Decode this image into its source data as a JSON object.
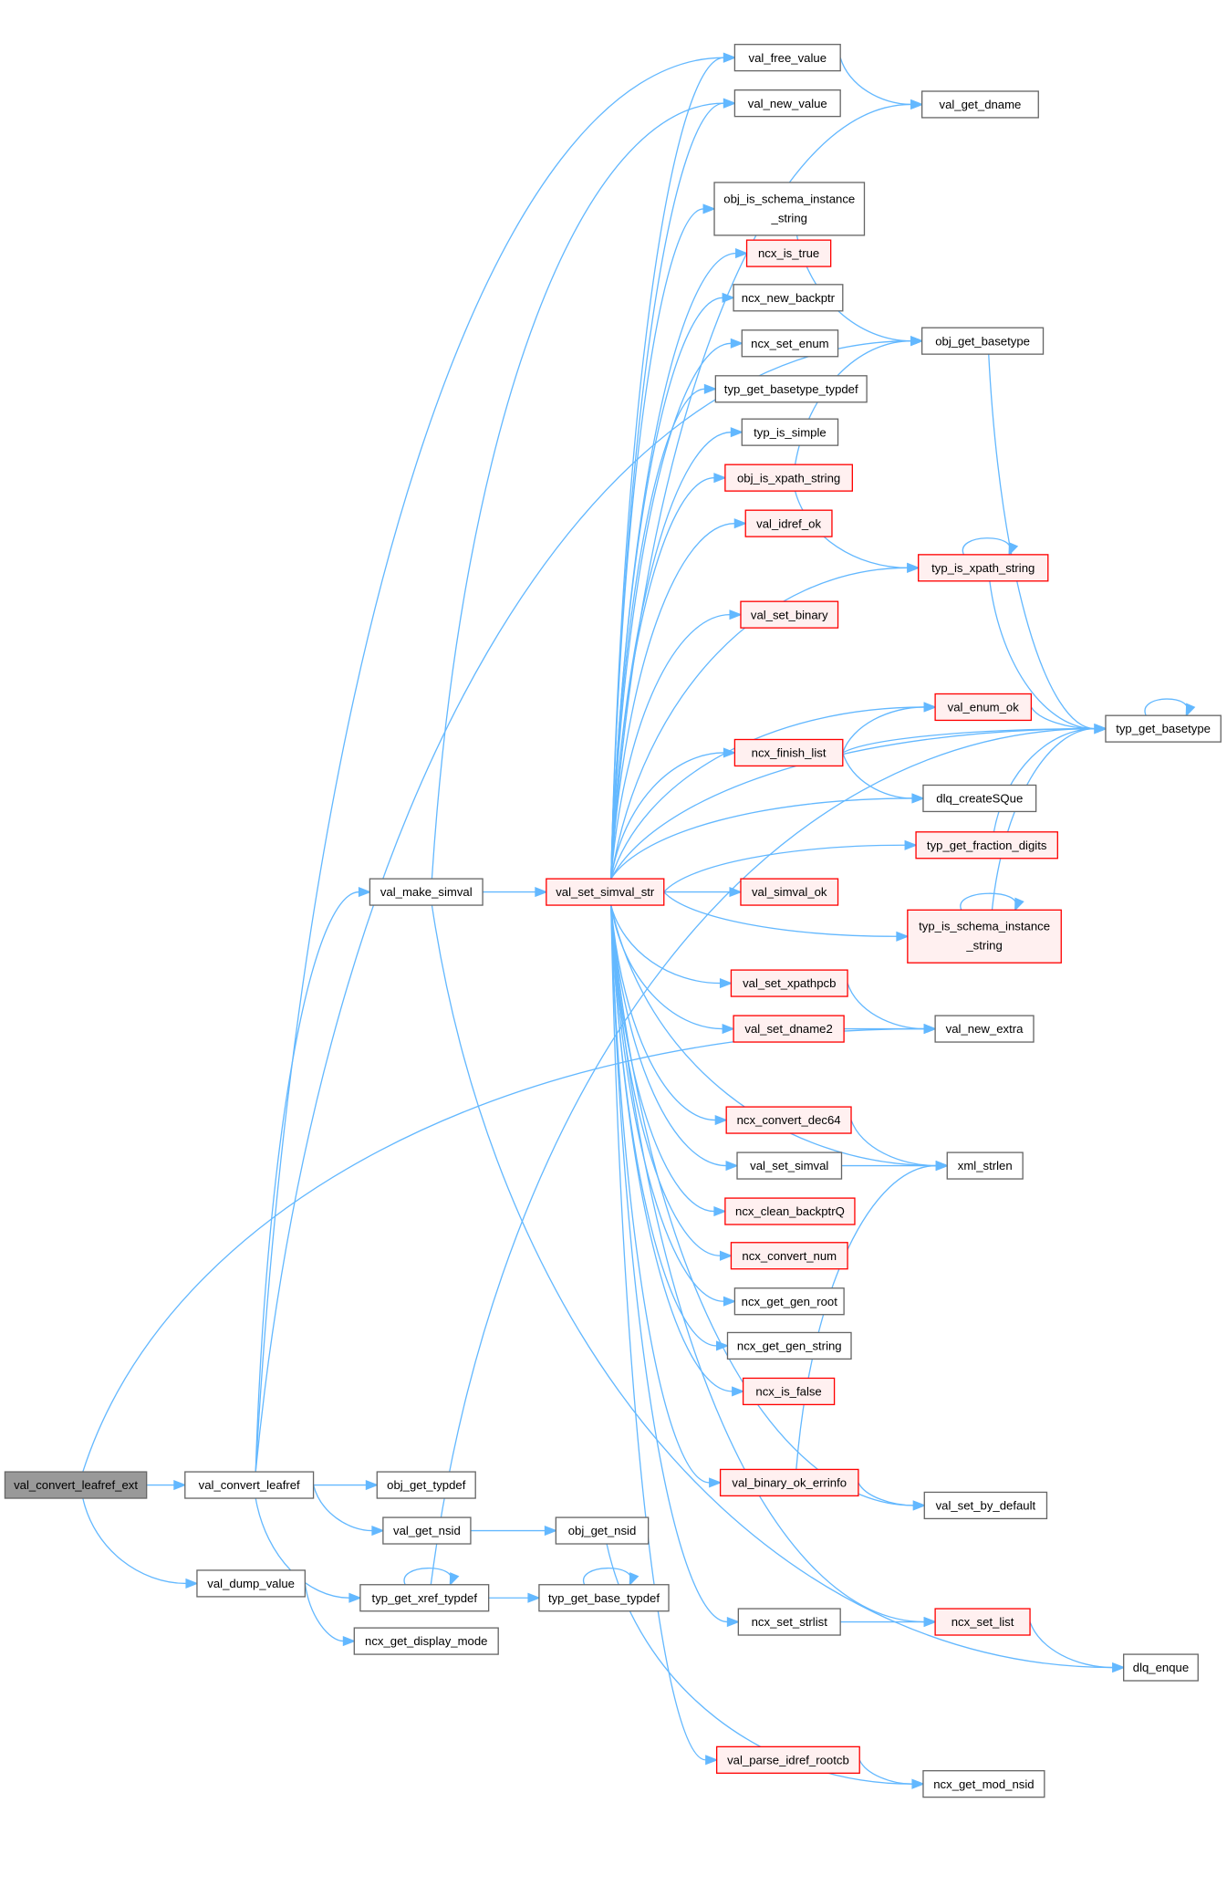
{
  "colors": {
    "edge": "#63b8ff",
    "red_border": "#ff0000",
    "red_fill": "#fff0f0",
    "root_fill": "#999999",
    "node_border": "#666666"
  },
  "nodes": [
    {
      "id": "val_convert_leafref_ext",
      "label": "val_convert_leafref_ext",
      "style": "root"
    },
    {
      "id": "val_convert_leafref",
      "label": "val_convert_leafref",
      "style": "normal"
    },
    {
      "id": "obj_get_typdef",
      "label": "obj_get_typdef",
      "style": "normal"
    },
    {
      "id": "val_get_nsid",
      "label": "val_get_nsid",
      "style": "normal"
    },
    {
      "id": "obj_get_nsid",
      "label": "obj_get_nsid",
      "style": "normal"
    },
    {
      "id": "val_dump_value",
      "label": "val_dump_value",
      "style": "normal"
    },
    {
      "id": "typ_get_xref_typdef",
      "label": "typ_get_xref_typdef",
      "style": "normal"
    },
    {
      "id": "typ_get_base_typdef",
      "label": "typ_get_base_typdef",
      "style": "normal"
    },
    {
      "id": "ncx_get_display_mode",
      "label": "ncx_get_display_mode",
      "style": "normal"
    },
    {
      "id": "val_make_simval",
      "label": "val_make_simval",
      "style": "normal"
    },
    {
      "id": "val_set_simval_str",
      "label": "val_set_simval_str",
      "style": "red"
    },
    {
      "id": "val_free_value",
      "label": "val_free_value",
      "style": "normal"
    },
    {
      "id": "val_new_value",
      "label": "val_new_value",
      "style": "normal"
    },
    {
      "id": "obj_is_schema_instance_string",
      "label": "obj_is_schema_instance",
      "label2": "_string",
      "style": "normal"
    },
    {
      "id": "ncx_is_true",
      "label": "ncx_is_true",
      "style": "red"
    },
    {
      "id": "ncx_new_backptr",
      "label": "ncx_new_backptr",
      "style": "normal"
    },
    {
      "id": "ncx_set_enum",
      "label": "ncx_set_enum",
      "style": "normal"
    },
    {
      "id": "typ_get_basetype_typdef",
      "label": "typ_get_basetype_typdef",
      "style": "normal"
    },
    {
      "id": "typ_is_simple",
      "label": "typ_is_simple",
      "style": "normal"
    },
    {
      "id": "obj_is_xpath_string",
      "label": "obj_is_xpath_string",
      "style": "red"
    },
    {
      "id": "val_idref_ok",
      "label": "val_idref_ok",
      "style": "red"
    },
    {
      "id": "val_set_binary",
      "label": "val_set_binary",
      "style": "red"
    },
    {
      "id": "ncx_finish_list",
      "label": "ncx_finish_list",
      "style": "red"
    },
    {
      "id": "val_simval_ok",
      "label": "val_simval_ok",
      "style": "red"
    },
    {
      "id": "val_set_xpathpcb",
      "label": "val_set_xpathpcb",
      "style": "red"
    },
    {
      "id": "val_set_dname2",
      "label": "val_set_dname2",
      "style": "red"
    },
    {
      "id": "ncx_convert_dec64",
      "label": "ncx_convert_dec64",
      "style": "red"
    },
    {
      "id": "val_set_simval",
      "label": "val_set_simval",
      "style": "normal"
    },
    {
      "id": "ncx_clean_backptrQ",
      "label": "ncx_clean_backptrQ",
      "style": "red"
    },
    {
      "id": "ncx_convert_num",
      "label": "ncx_convert_num",
      "style": "red"
    },
    {
      "id": "ncx_get_gen_root",
      "label": "ncx_get_gen_root",
      "style": "normal"
    },
    {
      "id": "ncx_get_gen_string",
      "label": "ncx_get_gen_string",
      "style": "normal"
    },
    {
      "id": "ncx_is_false",
      "label": "ncx_is_false",
      "style": "red"
    },
    {
      "id": "val_binary_ok_errinfo",
      "label": "val_binary_ok_errinfo",
      "style": "red"
    },
    {
      "id": "ncx_set_strlist",
      "label": "ncx_set_strlist",
      "style": "normal"
    },
    {
      "id": "val_parse_idref_rootcb",
      "label": "val_parse_idref_rootcb",
      "style": "red"
    },
    {
      "id": "val_get_dname",
      "label": "val_get_dname",
      "style": "normal"
    },
    {
      "id": "obj_get_basetype",
      "label": "obj_get_basetype",
      "style": "normal"
    },
    {
      "id": "typ_is_xpath_string",
      "label": "typ_is_xpath_string",
      "style": "red"
    },
    {
      "id": "val_enum_ok",
      "label": "val_enum_ok",
      "style": "red"
    },
    {
      "id": "dlq_createSQue",
      "label": "dlq_createSQue",
      "style": "normal"
    },
    {
      "id": "typ_get_fraction_digits",
      "label": "typ_get_fraction_digits",
      "style": "red"
    },
    {
      "id": "typ_is_schema_instance_string",
      "label": "typ_is_schema_instance",
      "label2": "_string",
      "style": "red"
    },
    {
      "id": "val_new_extra",
      "label": "val_new_extra",
      "style": "normal"
    },
    {
      "id": "xml_strlen",
      "label": "xml_strlen",
      "style": "normal"
    },
    {
      "id": "val_set_by_default",
      "label": "val_set_by_default",
      "style": "normal"
    },
    {
      "id": "ncx_set_list",
      "label": "ncx_set_list",
      "style": "red"
    },
    {
      "id": "ncx_get_mod_nsid",
      "label": "ncx_get_mod_nsid",
      "style": "normal"
    },
    {
      "id": "typ_get_basetype",
      "label": "typ_get_basetype",
      "style": "normal"
    },
    {
      "id": "dlq_enque",
      "label": "dlq_enque",
      "style": "normal"
    }
  ],
  "edges": [
    [
      "val_convert_leafref_ext",
      "val_convert_leafref"
    ],
    [
      "val_convert_leafref_ext",
      "val_dump_value"
    ],
    [
      "val_convert_leafref_ext",
      "val_new_extra"
    ],
    [
      "val_convert_leafref",
      "val_make_simval"
    ],
    [
      "val_convert_leafref",
      "obj_get_typdef"
    ],
    [
      "val_convert_leafref",
      "val_get_nsid"
    ],
    [
      "val_convert_leafref",
      "typ_get_xref_typdef"
    ],
    [
      "val_convert_leafref",
      "val_free_value"
    ],
    [
      "val_convert_leafref",
      "obj_get_basetype"
    ],
    [
      "val_get_nsid",
      "obj_get_nsid"
    ],
    [
      "obj_get_nsid",
      "ncx_get_mod_nsid"
    ],
    [
      "val_dump_value",
      "ncx_get_display_mode"
    ],
    [
      "typ_get_xref_typdef",
      "typ_get_base_typdef"
    ],
    [
      "typ_get_xref_typdef",
      "typ_get_xref_typdef"
    ],
    [
      "typ_get_xref_typdef",
      "typ_get_basetype"
    ],
    [
      "typ_get_base_typdef",
      "typ_get_base_typdef"
    ],
    [
      "val_make_simval",
      "val_set_simval_str"
    ],
    [
      "val_make_simval",
      "val_new_value"
    ],
    [
      "val_make_simval",
      "dlq_enque"
    ],
    [
      "val_set_simval_str",
      "val_free_value"
    ],
    [
      "val_set_simval_str",
      "val_new_value"
    ],
    [
      "val_set_simval_str",
      "val_get_dname"
    ],
    [
      "val_set_simval_str",
      "obj_is_schema_instance_string"
    ],
    [
      "val_set_simval_str",
      "ncx_is_true"
    ],
    [
      "val_set_simval_str",
      "ncx_new_backptr"
    ],
    [
      "val_set_simval_str",
      "ncx_set_enum"
    ],
    [
      "val_set_simval_str",
      "typ_get_basetype_typdef"
    ],
    [
      "val_set_simval_str",
      "typ_is_simple"
    ],
    [
      "val_set_simval_str",
      "obj_is_xpath_string"
    ],
    [
      "val_set_simval_str",
      "val_idref_ok"
    ],
    [
      "val_set_simval_str",
      "typ_is_xpath_string"
    ],
    [
      "val_set_simval_str",
      "val_set_binary"
    ],
    [
      "val_set_simval_str",
      "typ_get_basetype"
    ],
    [
      "val_set_simval_str",
      "val_enum_ok"
    ],
    [
      "val_set_simval_str",
      "ncx_finish_list"
    ],
    [
      "val_set_simval_str",
      "dlq_createSQue"
    ],
    [
      "val_set_simval_str",
      "typ_get_fraction_digits"
    ],
    [
      "val_set_simval_str",
      "val_simval_ok"
    ],
    [
      "val_set_simval_str",
      "typ_is_schema_instance_string"
    ],
    [
      "val_set_simval_str",
      "val_set_xpathpcb"
    ],
    [
      "val_set_simval_str",
      "val_set_dname2"
    ],
    [
      "val_set_simval_str",
      "xml_strlen"
    ],
    [
      "val_set_simval_str",
      "ncx_convert_dec64"
    ],
    [
      "val_set_simval_str",
      "val_set_simval"
    ],
    [
      "val_set_simval_str",
      "ncx_clean_backptrQ"
    ],
    [
      "val_set_simval_str",
      "ncx_convert_num"
    ],
    [
      "val_set_simval_str",
      "ncx_get_gen_root"
    ],
    [
      "val_set_simval_str",
      "ncx_get_gen_string"
    ],
    [
      "val_set_simval_str",
      "ncx_is_false"
    ],
    [
      "val_set_simval_str",
      "val_binary_ok_errinfo"
    ],
    [
      "val_set_simval_str",
      "val_set_by_default"
    ],
    [
      "val_set_simval_str",
      "ncx_set_list"
    ],
    [
      "val_set_simval_str",
      "ncx_set_strlist"
    ],
    [
      "val_set_simval_str",
      "val_parse_idref_rootcb"
    ],
    [
      "val_free_value",
      "val_get_dname"
    ],
    [
      "obj_is_schema_instance_string",
      "obj_get_basetype"
    ],
    [
      "obj_is_xpath_string",
      "obj_get_basetype"
    ],
    [
      "obj_is_xpath_string",
      "typ_is_xpath_string"
    ],
    [
      "typ_is_xpath_string",
      "typ_is_xpath_string"
    ],
    [
      "typ_is_xpath_string",
      "typ_get_basetype"
    ],
    [
      "obj_get_basetype",
      "typ_get_basetype"
    ],
    [
      "typ_get_basetype",
      "typ_get_basetype"
    ],
    [
      "ncx_finish_list",
      "val_enum_ok"
    ],
    [
      "ncx_finish_list",
      "typ_get_basetype"
    ],
    [
      "ncx_finish_list",
      "dlq_createSQue"
    ],
    [
      "val_enum_ok",
      "typ_get_basetype"
    ],
    [
      "typ_get_fraction_digits",
      "typ_get_basetype"
    ],
    [
      "typ_is_schema_instance_string",
      "typ_get_basetype"
    ],
    [
      "typ_is_schema_instance_string",
      "typ_is_schema_instance_string"
    ],
    [
      "val_set_xpathpcb",
      "val_new_extra"
    ],
    [
      "val_set_dname2",
      "val_new_extra"
    ],
    [
      "ncx_convert_dec64",
      "xml_strlen"
    ],
    [
      "val_set_simval",
      "xml_strlen"
    ],
    [
      "val_binary_ok_errinfo",
      "xml_strlen"
    ],
    [
      "val_binary_ok_errinfo",
      "val_set_by_default"
    ],
    [
      "ncx_set_strlist",
      "ncx_set_list"
    ],
    [
      "ncx_set_list",
      "dlq_enque"
    ],
    [
      "val_parse_idref_rootcb",
      "ncx_get_mod_nsid"
    ]
  ]
}
